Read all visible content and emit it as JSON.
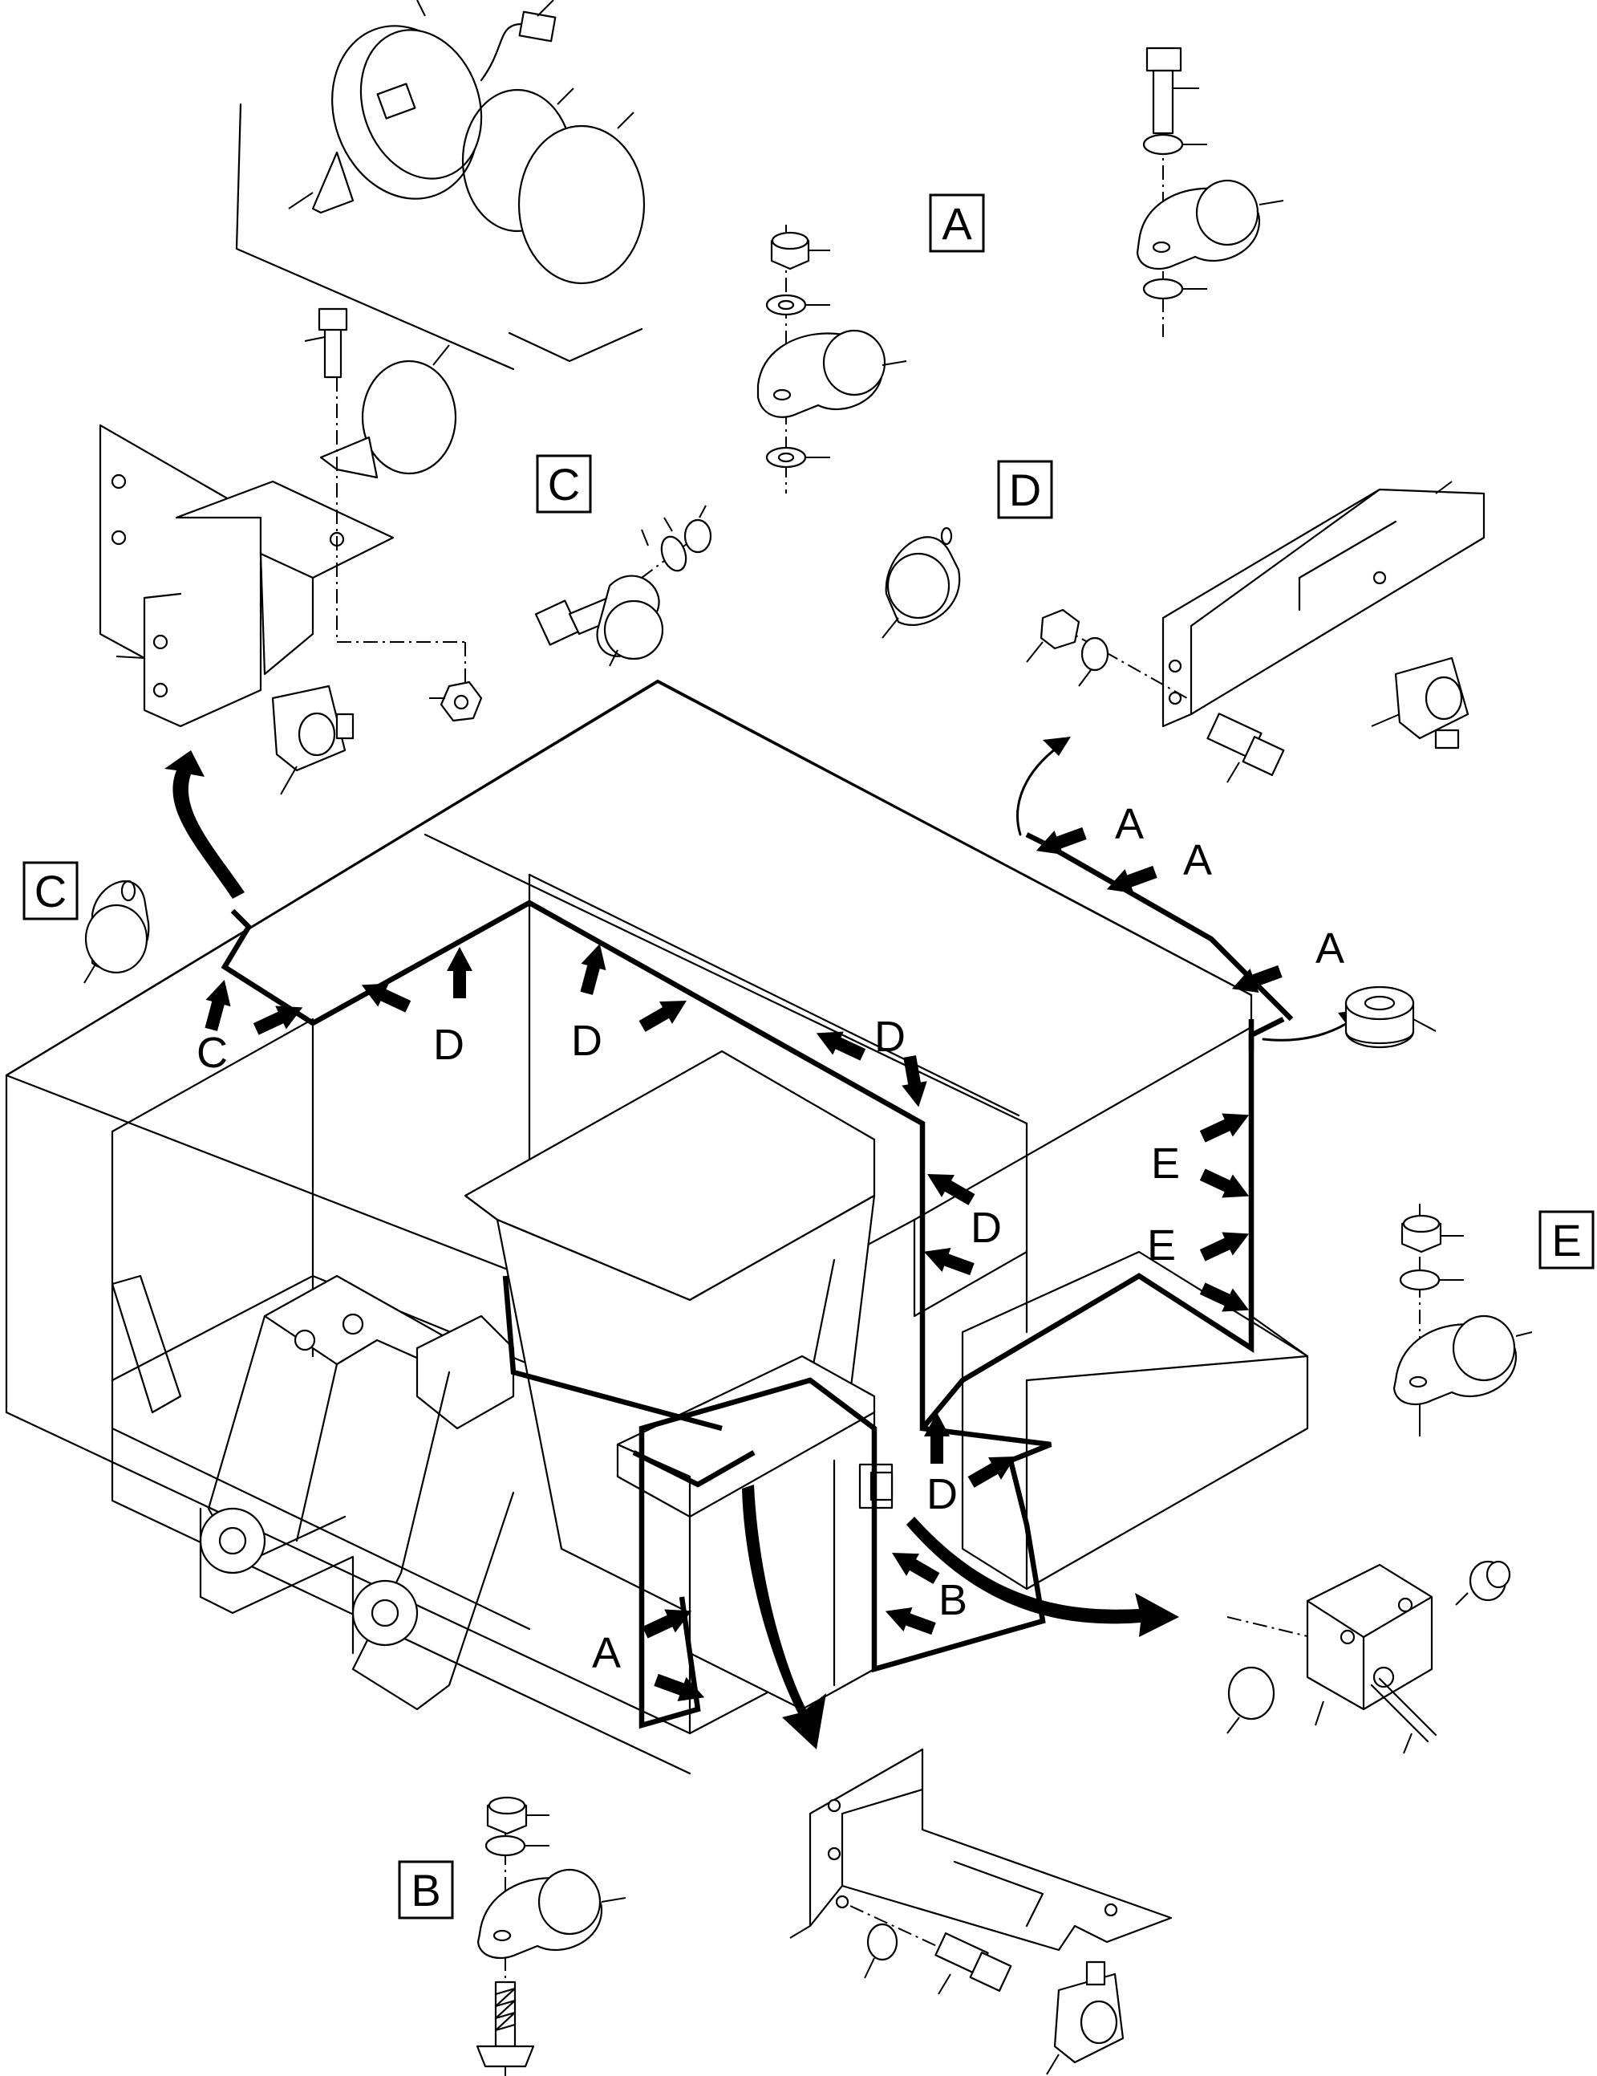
{
  "callout_letters": {
    "a": "A",
    "b": "B",
    "c": "C",
    "d": "D",
    "e": "E"
  },
  "colors": {
    "line": "#000000",
    "background": "#ffffff"
  }
}
